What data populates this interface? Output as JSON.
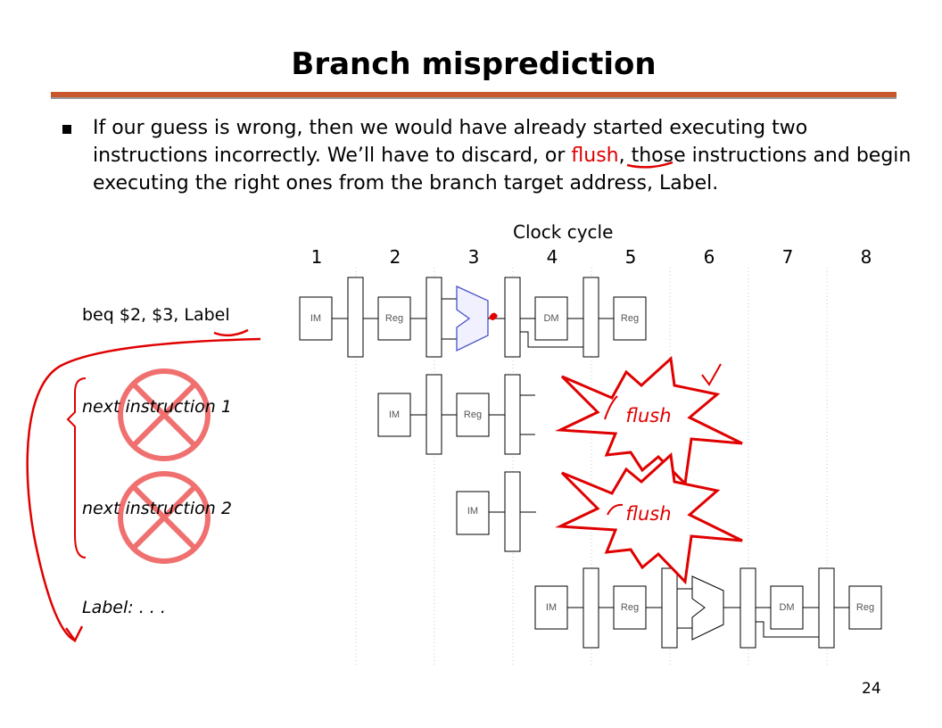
{
  "title": "Branch misprediction",
  "bullet": {
    "part1": "If our guess is wrong, then we would have already started executing two instructions incorrectly. We’ll have to discard, or ",
    "highlight": "flush",
    "part2": ", those instructions and begin executing the right ones from the branch target address, Label."
  },
  "clock_label": "Clock cycle",
  "cycles": [
    "1",
    "2",
    "3",
    "4",
    "5",
    "6",
    "7",
    "8"
  ],
  "instructions": [
    "beq   $2, $3, Label",
    "next instruction 1",
    "next instruction 2",
    "Label:     . . ."
  ],
  "stages": {
    "im": "IM",
    "reg": "Reg",
    "dm": "DM"
  },
  "flush_label": "flush",
  "page_number": "24",
  "colors": {
    "title_rule": "#c8582b",
    "annotation_red": "#e00000",
    "cancel_x": "#f07070",
    "alu": "#4a52c8"
  }
}
